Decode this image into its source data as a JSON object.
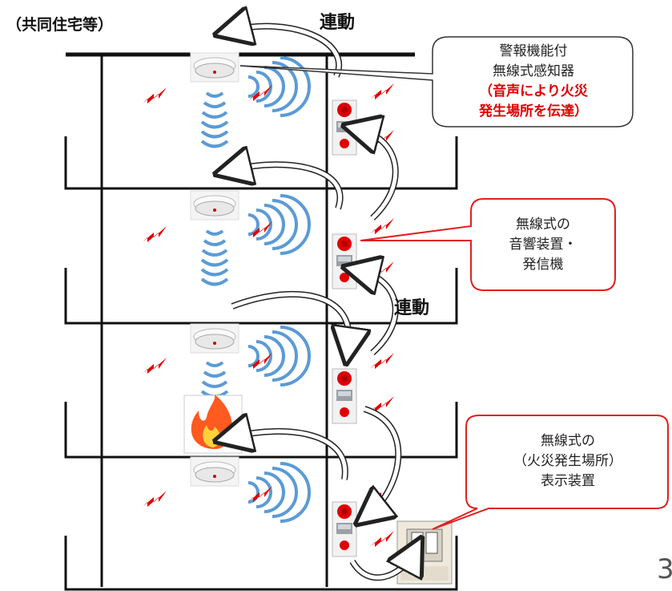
{
  "caption": "（共同住宅等）",
  "linkage_labels": [
    "連動",
    "連動"
  ],
  "callouts": {
    "detector": {
      "line1": "警報機能付",
      "line2": "無線式感知器",
      "line3": "（音声により火災",
      "line4": "発生場所を伝達）"
    },
    "sounder": {
      "line1": "無線式の",
      "line2": "音響装置・",
      "line3": "発信機"
    },
    "display": {
      "line1": "無線式の",
      "line2": "（火災発生場所）",
      "line3": "表示装置"
    }
  },
  "page_number": "3",
  "colors": {
    "alarm_red": "#e00000",
    "wave_blue": "#5b9bd5",
    "structure": "#111111",
    "callout_red": "#e02020"
  },
  "icons": [
    "smoke-detector-icon",
    "alarm-bell-icon",
    "fire-icon",
    "display-panel-icon",
    "lightning-icon",
    "sound-wave-icon",
    "curved-arrow-icon"
  ]
}
